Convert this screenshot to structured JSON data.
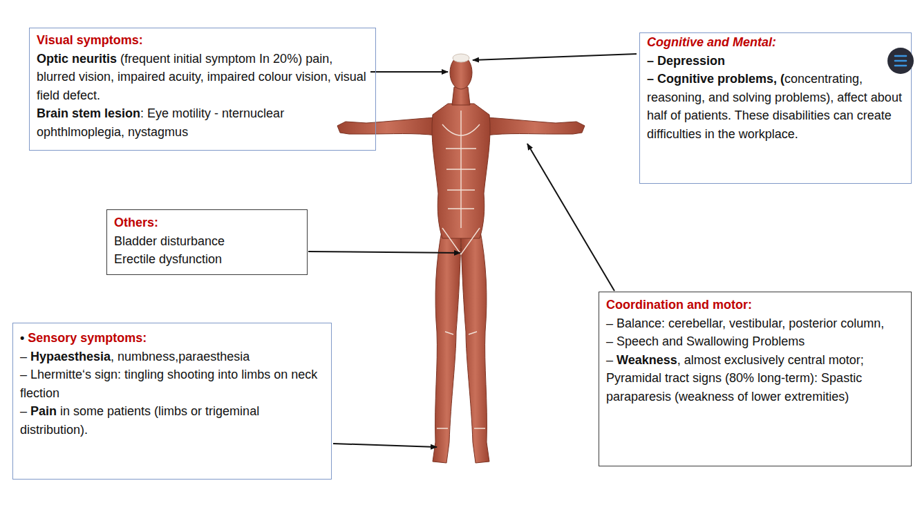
{
  "diagram": {
    "nodes": [
      {
        "text": [
          "Visual symptoms:",
          "Optic neuritis",
          " (frequent initial symptom In 20%) pain, blurred vision, impaired acuity, impaired colour vision, visual field defect.",
          "Brain stem lesion",
          ": Eye motility - nternuclear ophthlmoplegia, nystagmus"
        ]
      },
      {
        "text": [
          "Cognitive and Mental:",
          "– Depression",
          "– Cognitive problems, (",
          "concentrating, reasoning, and solving problems), affect about half of patients. These disabilities can create difficulties in the workplace."
        ]
      },
      {
        "text": [
          "Others:",
          "Bladder disturbance",
          "Erectile dysfunction"
        ]
      },
      {
        "text": [
          "Coordination and motor:",
          "– Balance: cerebellar, vestibular, posterior column,",
          "– Speech and Swallowing Problems",
          "– ",
          "Weakness",
          ", almost exclusively central motor; Pyramidal tract signs (80% long-term): Spastic paraparesis (weakness of lower extremities)"
        ]
      },
      {
        "text": [
          "• ",
          "Sensory symptoms:",
          "– ",
          "Hypaesthesia",
          ", numbness,paraesthesia",
          "– Lhermitte‘s sign: tingling shooting into limbs on neck flection",
          "– ",
          "Pain",
          " in some patients (limbs or trigeminal distribution)."
        ]
      }
    ]
  }
}
